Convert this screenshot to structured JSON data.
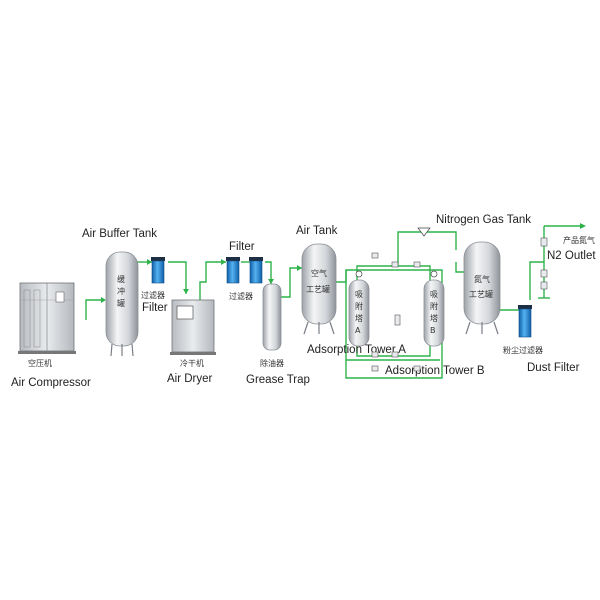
{
  "colors": {
    "pipe": "#2fb34a",
    "filter_body": "#1e88d8",
    "metal": "#c9cdd2",
    "text": "#222222"
  },
  "equipment": {
    "air_compressor": {
      "cn": "空压机",
      "en": "Air Compressor"
    },
    "air_buffer_tank": {
      "en": "Air Buffer Tank",
      "tank_label": "缓冲罐"
    },
    "filter_1": {
      "cn": "过滤器",
      "en": "Filter"
    },
    "air_dryer": {
      "cn": "冷干机",
      "en": "Air Dryer"
    },
    "filter_2": {
      "cn": "过滤器",
      "en": "Filter"
    },
    "grease_trap": {
      "cn": "除油器",
      "en": "Grease Trap"
    },
    "air_tank": {
      "en": "Air Tank",
      "tank_label_1": "空气",
      "tank_label_2": "工艺罐"
    },
    "adsorption_tower_a": {
      "en": "Adsorption Tower A",
      "label_1": "吸",
      "label_2": "附",
      "label_3": "塔",
      "label_4": "A"
    },
    "adsorption_tower_b": {
      "en": "Adsorption Tower B",
      "label_1": "吸",
      "label_2": "附",
      "label_3": "塔",
      "label_4": "B"
    },
    "nitrogen_gas_tank": {
      "en": "Nitrogen Gas Tank",
      "tank_label_1": "氮气",
      "tank_label_2": "工艺罐"
    },
    "dust_filter": {
      "cn": "粉尘过滤器",
      "en": "Dust Filter"
    },
    "n2_outlet": {
      "cn": "产品氮气",
      "en": "N2 Outlet"
    }
  }
}
